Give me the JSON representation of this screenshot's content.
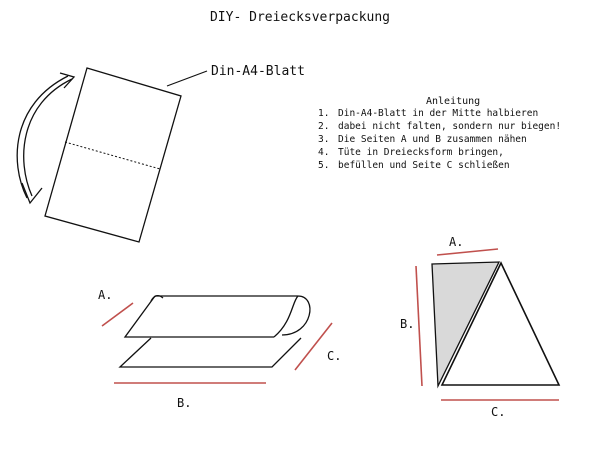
{
  "title": "DIY- Dreiecksverpackung",
  "sheet_label": "Din-A4-Blatt",
  "instructions": {
    "heading": "Anleitung",
    "steps": [
      {
        "num": "1.",
        "text": "Din-A4-Blatt in der Mitte halbieren"
      },
      {
        "num": "2.",
        "text": "dabei nicht falten, sondern nur biegen!"
      },
      {
        "num": "3.",
        "text": "Die Seiten A und B zusammen nähen"
      },
      {
        "num": "4.",
        "text": "Tüte in Dreiecksform bringen,"
      },
      {
        "num": "5.",
        "text": "befüllen und Seite C schließen"
      }
    ]
  },
  "side_labels": {
    "sheet": {
      "a": "A.",
      "b": "B.",
      "c": "C."
    },
    "triangle": {
      "a": "A.",
      "b": "B.",
      "c": "C."
    }
  },
  "colors": {
    "ink": "#111111",
    "side_marker": "#c0504d",
    "triangle_fill": "#d9d9d9",
    "background": "#ffffff"
  }
}
